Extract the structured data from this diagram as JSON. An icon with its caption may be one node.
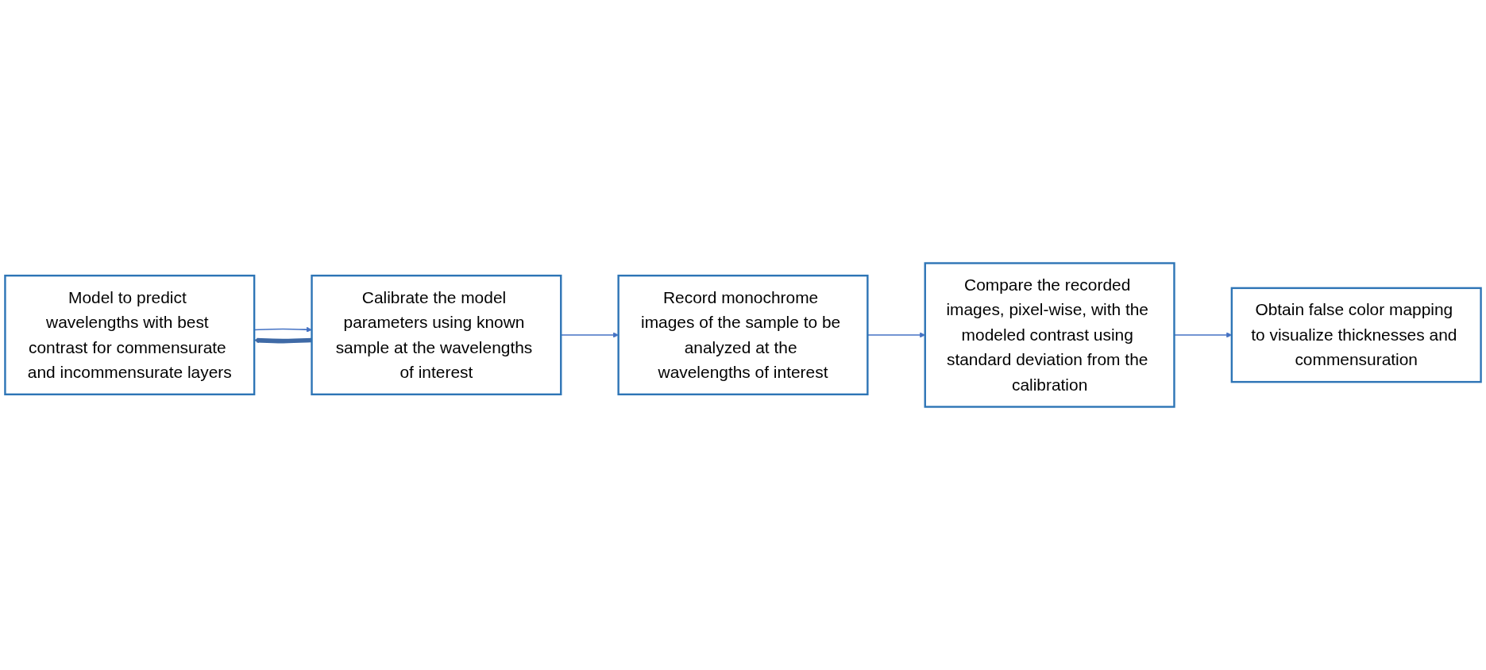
{
  "diagram": {
    "nodes": [
      {
        "text": [
          "Model to predict wavelengths with best contrast for commensurate and incommensurate layers"
        ]
      },
      {
        "text": [
          "Calibrate the model parameters using known sample at the wavelengths of interest"
        ]
      },
      {
        "text": [
          "Record monochrome images of the sample to be analyzed at the wavelengths of interest"
        ]
      },
      {
        "text": [
          "Obtain false color mapping to visualize thicknesses and commensuration"
        ]
      },
      {
        "text": [
          "Compare the recorded images, pixel-wise, with the modeled contrast using standard deviation from the calibration"
        ]
      }
    ],
    "edges": [
      {
        "from": 0,
        "to": 1,
        "arrow": "to"
      },
      {
        "from": 1,
        "to": 2,
        "arrow": "to"
      },
      {
        "from": 2,
        "to": 4,
        "arrow": "to"
      },
      {
        "from": 4,
        "to": 3,
        "arrow": "to"
      },
      {
        "from": 1,
        "to": 0,
        "arrow": "to",
        "style": "thick",
        "color": "#3f6aa6"
      }
    ]
  }
}
